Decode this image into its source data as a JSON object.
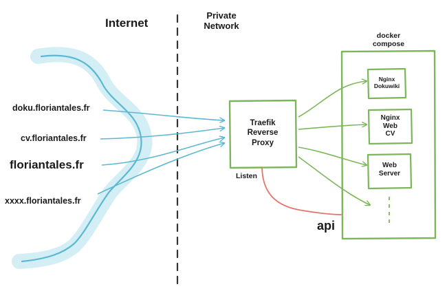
{
  "zones": {
    "internet": "Internet",
    "private_network_line1": "Private",
    "private_network_line2": "Network"
  },
  "domains": [
    "doku.floriantales.fr",
    "cv.floriantales.fr",
    "floriantales.fr",
    "xxxx.floriantales.fr"
  ],
  "proxy": {
    "line1": "Traefik",
    "line2": "Reverse",
    "line3": "Proxy"
  },
  "listen_label": "Listen",
  "api_label": "api",
  "compose": {
    "line1": "docker",
    "line2": "compose"
  },
  "services": {
    "dokuwiki": {
      "line1": "Nginx",
      "line2": "Dokuwiki"
    },
    "cv": {
      "line1": "Nginx",
      "line2": "Web",
      "line3": "CV"
    },
    "webserver": {
      "line1": "Web",
      "line2": "Server"
    }
  },
  "colors": {
    "internet_stream": "#5bb8d0",
    "internet_glow": "#d4eef6",
    "domain_arrow": "#5bb8d0",
    "box": "#7cb65a",
    "listen_link": "#e57368",
    "divider": "#333333",
    "text": "#1a1a1a"
  }
}
